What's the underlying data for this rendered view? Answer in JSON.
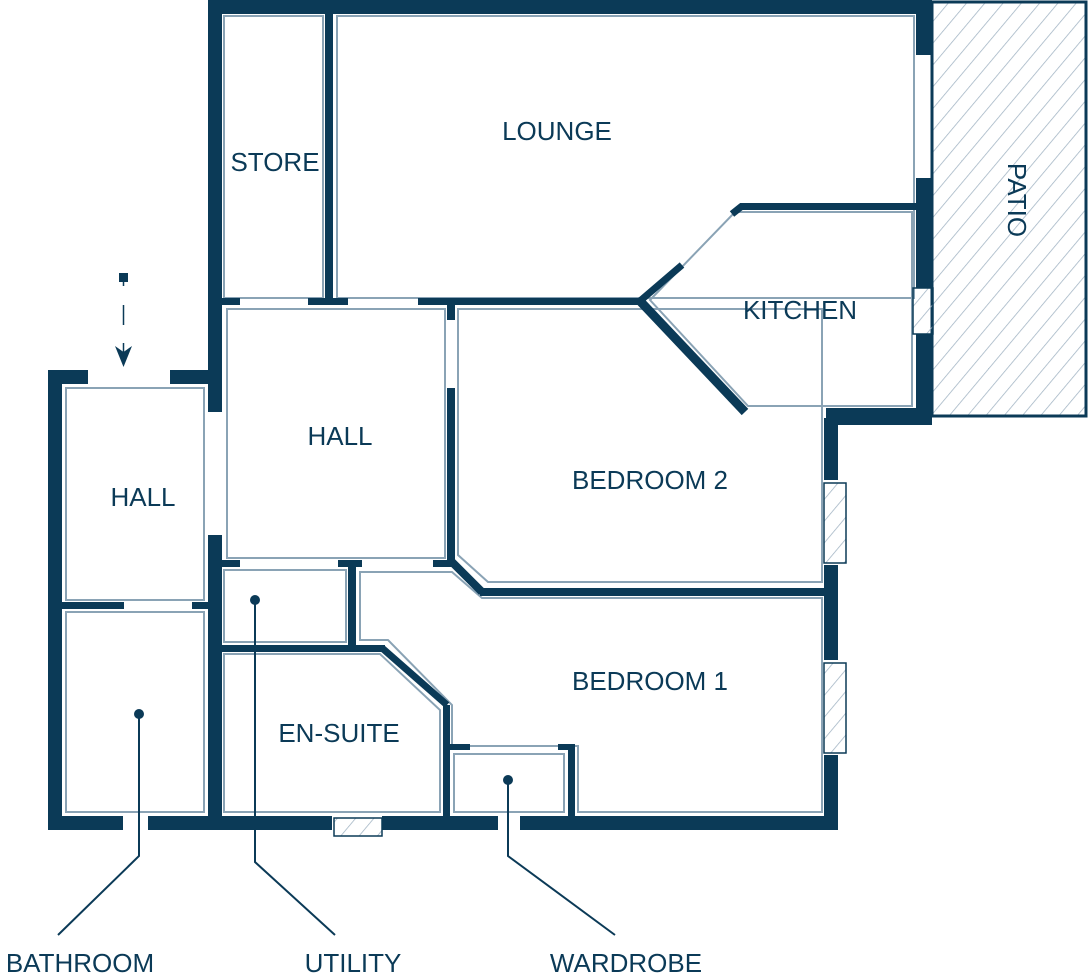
{
  "colors": {
    "wall": "#0b3a57",
    "inner": "#8aa3b5",
    "hatch": "#9fb2c2"
  },
  "rooms": {
    "lounge": "LOUNGE",
    "store": "STORE",
    "patio": "PATIO",
    "kitchen": "KITCHEN",
    "hall_main": "HALL",
    "hall_entry": "HALL",
    "bedroom2": "BEDROOM 2",
    "bedroom1": "BEDROOM 1",
    "ensuite": "EN-SUITE"
  },
  "callouts": {
    "bathroom": "BATHROOM",
    "utility": "UTILITY",
    "wardrobe": "WARDROBE"
  },
  "entrance_icon": "arrow-down-icon"
}
